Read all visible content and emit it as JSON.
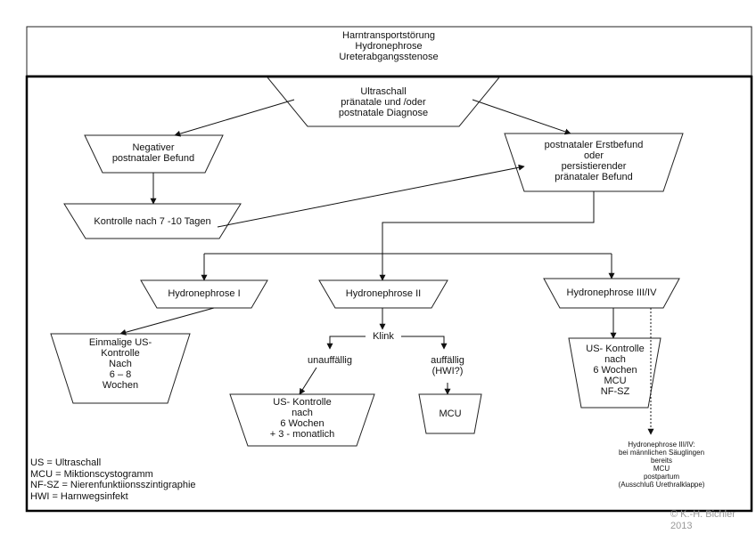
{
  "title_box": {
    "lines": [
      "Harntransportstörung",
      "Hydronephrose",
      "Ureterabgangsstenose"
    ]
  },
  "nodes": {
    "ultraschall": [
      "Ultraschall",
      "pränatale und /oder",
      "postnatale Diagnose"
    ],
    "negativ": [
      "Negativer",
      "postnataler Befund"
    ],
    "erstbefund": [
      "postnataler Erstbefund",
      "oder",
      "persistierender",
      "pränataler Befund"
    ],
    "kontrolle": [
      "Kontrolle nach 7 -10 Tagen"
    ],
    "hn1": [
      "Hydronephrose I"
    ],
    "hn2": [
      "Hydronephrose II"
    ],
    "hn34": [
      "Hydronephrose III/IV"
    ],
    "einmalig": [
      "Einmalige US-",
      "Kontrolle",
      "Nach",
      "6 – 8",
      "Wochen"
    ],
    "us_kontrolle_2": [
      "US- Kontrolle",
      "nach",
      "6 Wochen",
      "+ 3 - monatlich"
    ],
    "mcu": [
      "MCU"
    ],
    "us_kontrolle_34": [
      "US- Kontrolle",
      "nach",
      "6 Wochen",
      "MCU",
      "NF-SZ"
    ]
  },
  "labels": {
    "klink": "Klink",
    "unauffaellig": "unauffällig",
    "auffaellig": [
      "auffällig",
      "(HWI?)"
    ]
  },
  "note_hn34": [
    "Hydronephrose III/IV:",
    "bei männlichen Säuglingen",
    "bereits",
    "MCU",
    "postpartum",
    "(Ausschluß Urethralklappe)"
  ],
  "legend": [
    "US = Ultraschall",
    "MCU = Miktionscystogramm",
    "NF-SZ = Nierenfunktiionsszintigraphie",
    "HWI = Harnwegsinfekt"
  ],
  "copyright": [
    "© K.-H. Bichler",
    "2013"
  ]
}
